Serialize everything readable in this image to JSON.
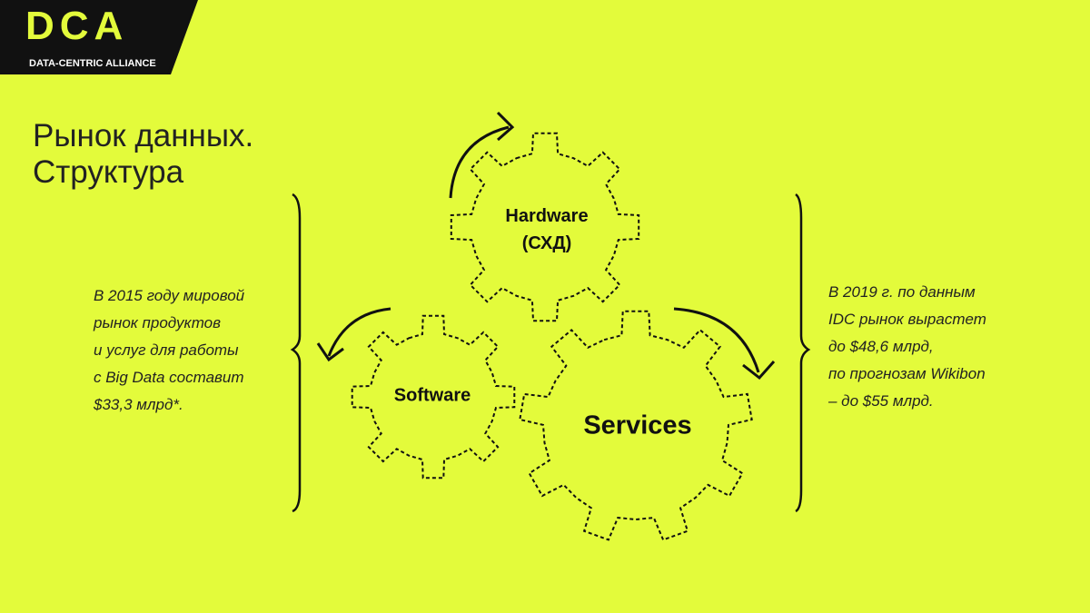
{
  "logo": {
    "main": "DCA",
    "sub": "DATA-CENTRIC ALLIANCE"
  },
  "title": {
    "line1": "Рынок данных.",
    "line2": "Структура"
  },
  "left_note": [
    "В 2015 году мировой",
    "рынок продуктов",
    "и услуг для работы",
    "с Big Data составит",
    "$33,3 млрд*."
  ],
  "right_note": [
    "В 2019 г. по данным",
    "IDC рынок вырастет",
    "до $48,6 млрд,",
    "по прогнозам Wikibon",
    "– до $55 млрд."
  ],
  "gears": {
    "hardware": {
      "line1": "Hardware",
      "line2": "(СХД)"
    },
    "software": {
      "label": "Software"
    },
    "services": {
      "label": "Services"
    }
  },
  "colors": {
    "background": "#e3fb3b",
    "ink": "#111111"
  }
}
